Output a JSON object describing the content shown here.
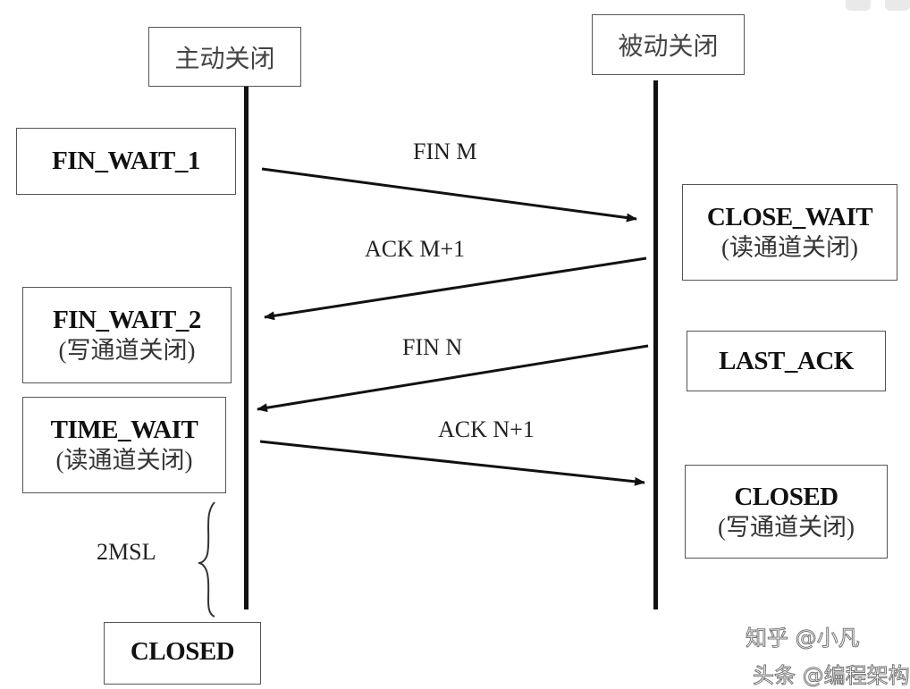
{
  "actors": {
    "active": "主动关闭",
    "passive": "被动关闭"
  },
  "left_states": [
    {
      "title": "FIN_WAIT_1",
      "sub": ""
    },
    {
      "title": "FIN_WAIT_2",
      "sub": "(写通道关闭)"
    },
    {
      "title": "TIME_WAIT",
      "sub": "(读通道关闭)"
    },
    {
      "title": "CLOSED",
      "sub": ""
    }
  ],
  "right_states": [
    {
      "title": "CLOSE_WAIT",
      "sub": "(读通道关闭)"
    },
    {
      "title": "LAST_ACK",
      "sub": ""
    },
    {
      "title": "CLOSED",
      "sub": "(写通道关闭)"
    }
  ],
  "messages": [
    "FIN M",
    "ACK M+1",
    "FIN N",
    "ACK N+1"
  ],
  "timer_label": "2MSL",
  "watermark": {
    "line1": "知乎 @小凡",
    "line2": "头条 @编程架构"
  }
}
